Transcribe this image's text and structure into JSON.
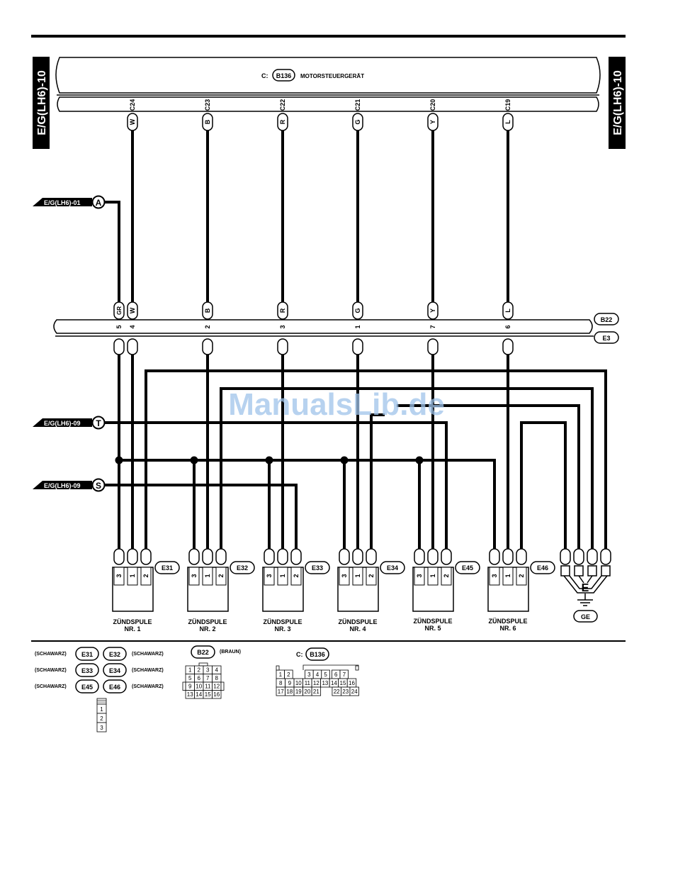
{
  "page_ref": "E/G(LH6)-10",
  "ecu": {
    "prefix": "C:",
    "connector": "B136",
    "name": "MOTORSTEUERGERÄT"
  },
  "ecu_pins": [
    {
      "pin": "C24",
      "color": "W"
    },
    {
      "pin": "C23",
      "color": "B"
    },
    {
      "pin": "C22",
      "color": "R"
    },
    {
      "pin": "C21",
      "color": "G"
    },
    {
      "pin": "C20",
      "color": "Y"
    },
    {
      "pin": "C19",
      "color": "L"
    }
  ],
  "refs": [
    {
      "label": "E/G(LH6)-01",
      "letter": "A"
    },
    {
      "label": "E/G(LH6)-09",
      "letter": "T"
    },
    {
      "label": "E/G(LH6)-09",
      "letter": "S"
    }
  ],
  "junction": {
    "connectors": [
      "B22",
      "E3"
    ],
    "pins": [
      {
        "color": "GR",
        "num": "5"
      },
      {
        "color": "W",
        "num": "4"
      },
      {
        "color": "B",
        "num": "2"
      },
      {
        "color": "R",
        "num": "3"
      },
      {
        "color": "G",
        "num": "1"
      },
      {
        "color": "Y",
        "num": "7"
      },
      {
        "color": "L",
        "num": "6"
      }
    ]
  },
  "coils": [
    {
      "connector": "E31",
      "label": "ZÜNDSPULE",
      "nr": "NR. 1",
      "pins": [
        "3",
        "1",
        "2"
      ]
    },
    {
      "connector": "E32",
      "label": "ZÜNDSPULE",
      "nr": "NR. 2",
      "pins": [
        "3",
        "1",
        "2"
      ]
    },
    {
      "connector": "E33",
      "label": "ZÜNDSPULE",
      "nr": "NR. 3",
      "pins": [
        "3",
        "1",
        "2"
      ]
    },
    {
      "connector": "E34",
      "label": "ZÜNDSPULE",
      "nr": "NR. 4",
      "pins": [
        "3",
        "1",
        "2"
      ]
    },
    {
      "connector": "E45",
      "label": "ZÜNDSPULE",
      "nr": "NR. 5",
      "pins": [
        "3",
        "1",
        "2"
      ]
    },
    {
      "connector": "E46",
      "label": "ZÜNDSPULE",
      "nr": "NR. 6",
      "pins": [
        "3",
        "1",
        "2"
      ]
    }
  ],
  "ground": {
    "symbol": "E",
    "label": "GE"
  },
  "legend": {
    "pairs": [
      {
        "left_color": "(SCHAWARZ)",
        "left": "E31",
        "right": "E32",
        "right_color": "(SCHAWARZ)"
      },
      {
        "left_color": "(SCHAWARZ)",
        "left": "E33",
        "right": "E34",
        "right_color": "(SCHAWARZ)"
      },
      {
        "left_color": "(SCHAWARZ)",
        "left": "E45",
        "right": "E46",
        "right_color": "(SCHAWARZ)"
      }
    ],
    "coil_pins": [
      "1",
      "2",
      "3"
    ],
    "b22": {
      "name": "B22",
      "color": "(BRAUN)",
      "rows": [
        [
          "1",
          "2",
          "3",
          "4"
        ],
        [
          "5",
          "6",
          "7",
          "8"
        ],
        [
          "9",
          "10",
          "11",
          "12"
        ],
        [
          "13",
          "14",
          "15",
          "16"
        ]
      ]
    },
    "b136": {
      "prefix": "C:",
      "name": "B136",
      "row1_left": [
        "1",
        "2"
      ],
      "row1_right": [
        "3",
        "4",
        "5",
        "6",
        "7"
      ],
      "row2": [
        "8",
        "9",
        "10",
        "11",
        "12",
        "13",
        "14",
        "15",
        "16"
      ],
      "row3_left": [
        "17",
        "18",
        "19",
        "20",
        "21"
      ],
      "row3_right": [
        "22",
        "23",
        "24"
      ]
    }
  },
  "watermark": "ManualsLib.de"
}
